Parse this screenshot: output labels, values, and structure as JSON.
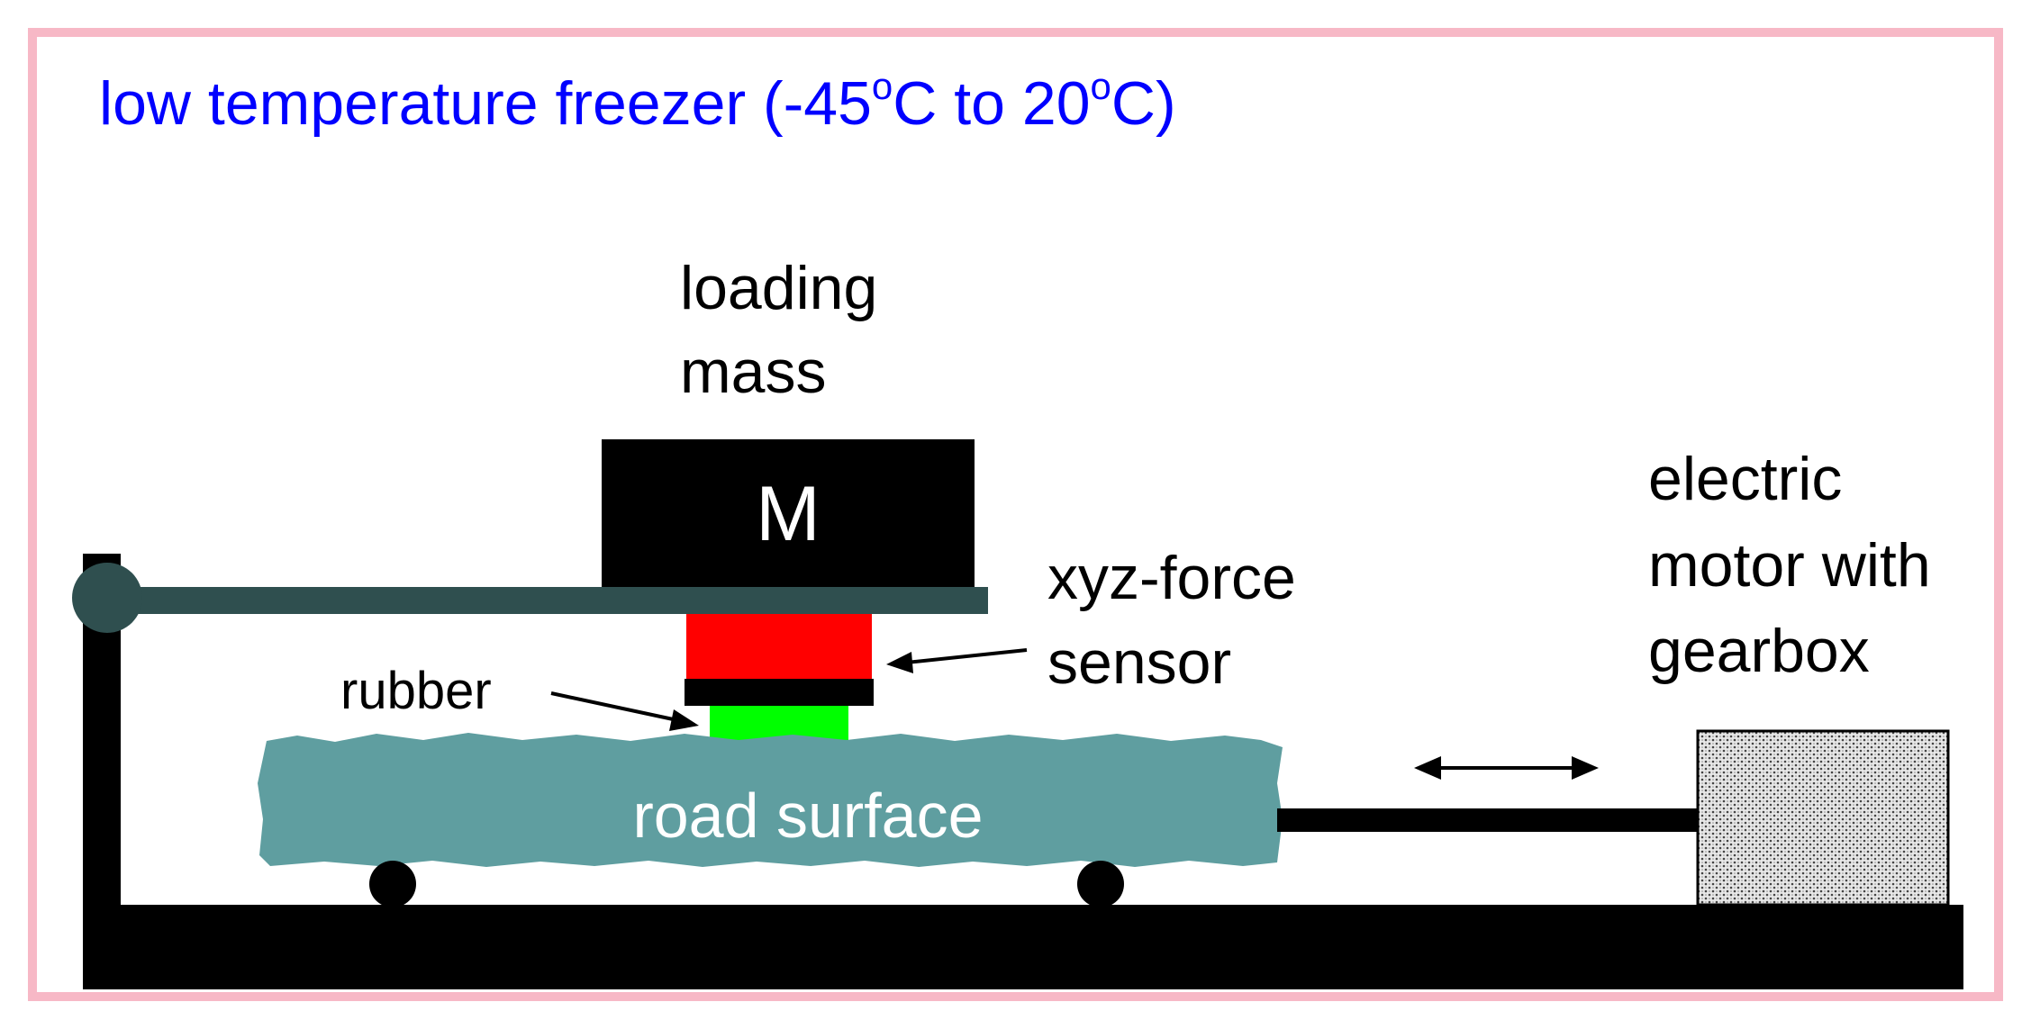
{
  "title": {
    "prefix": "low temperature freezer (-45",
    "deg1": "o",
    "mid": "C to 20",
    "deg2": "o",
    "suffix": "C)"
  },
  "labels": {
    "loading_mass_line1": "loading",
    "loading_mass_line2": "mass",
    "mass_symbol": "M",
    "sensor_line1": "xyz-force",
    "sensor_line2": "sensor",
    "rubber": "rubber",
    "road_surface": "road surface",
    "motor_line1": "electric",
    "motor_line2": "motor with",
    "motor_line3": "gearbox"
  },
  "colors": {
    "frame_border": "#f7b8c6",
    "title_text": "#0000ff",
    "structure": "#000000",
    "lever_arm": "#2f4f4f",
    "force_sensor": "#ff0000",
    "rubber": "#00ff00",
    "road_surface": "#5f9ea0",
    "road_text": "#ffffff",
    "gearbox_fill": "#e6e6e6"
  }
}
